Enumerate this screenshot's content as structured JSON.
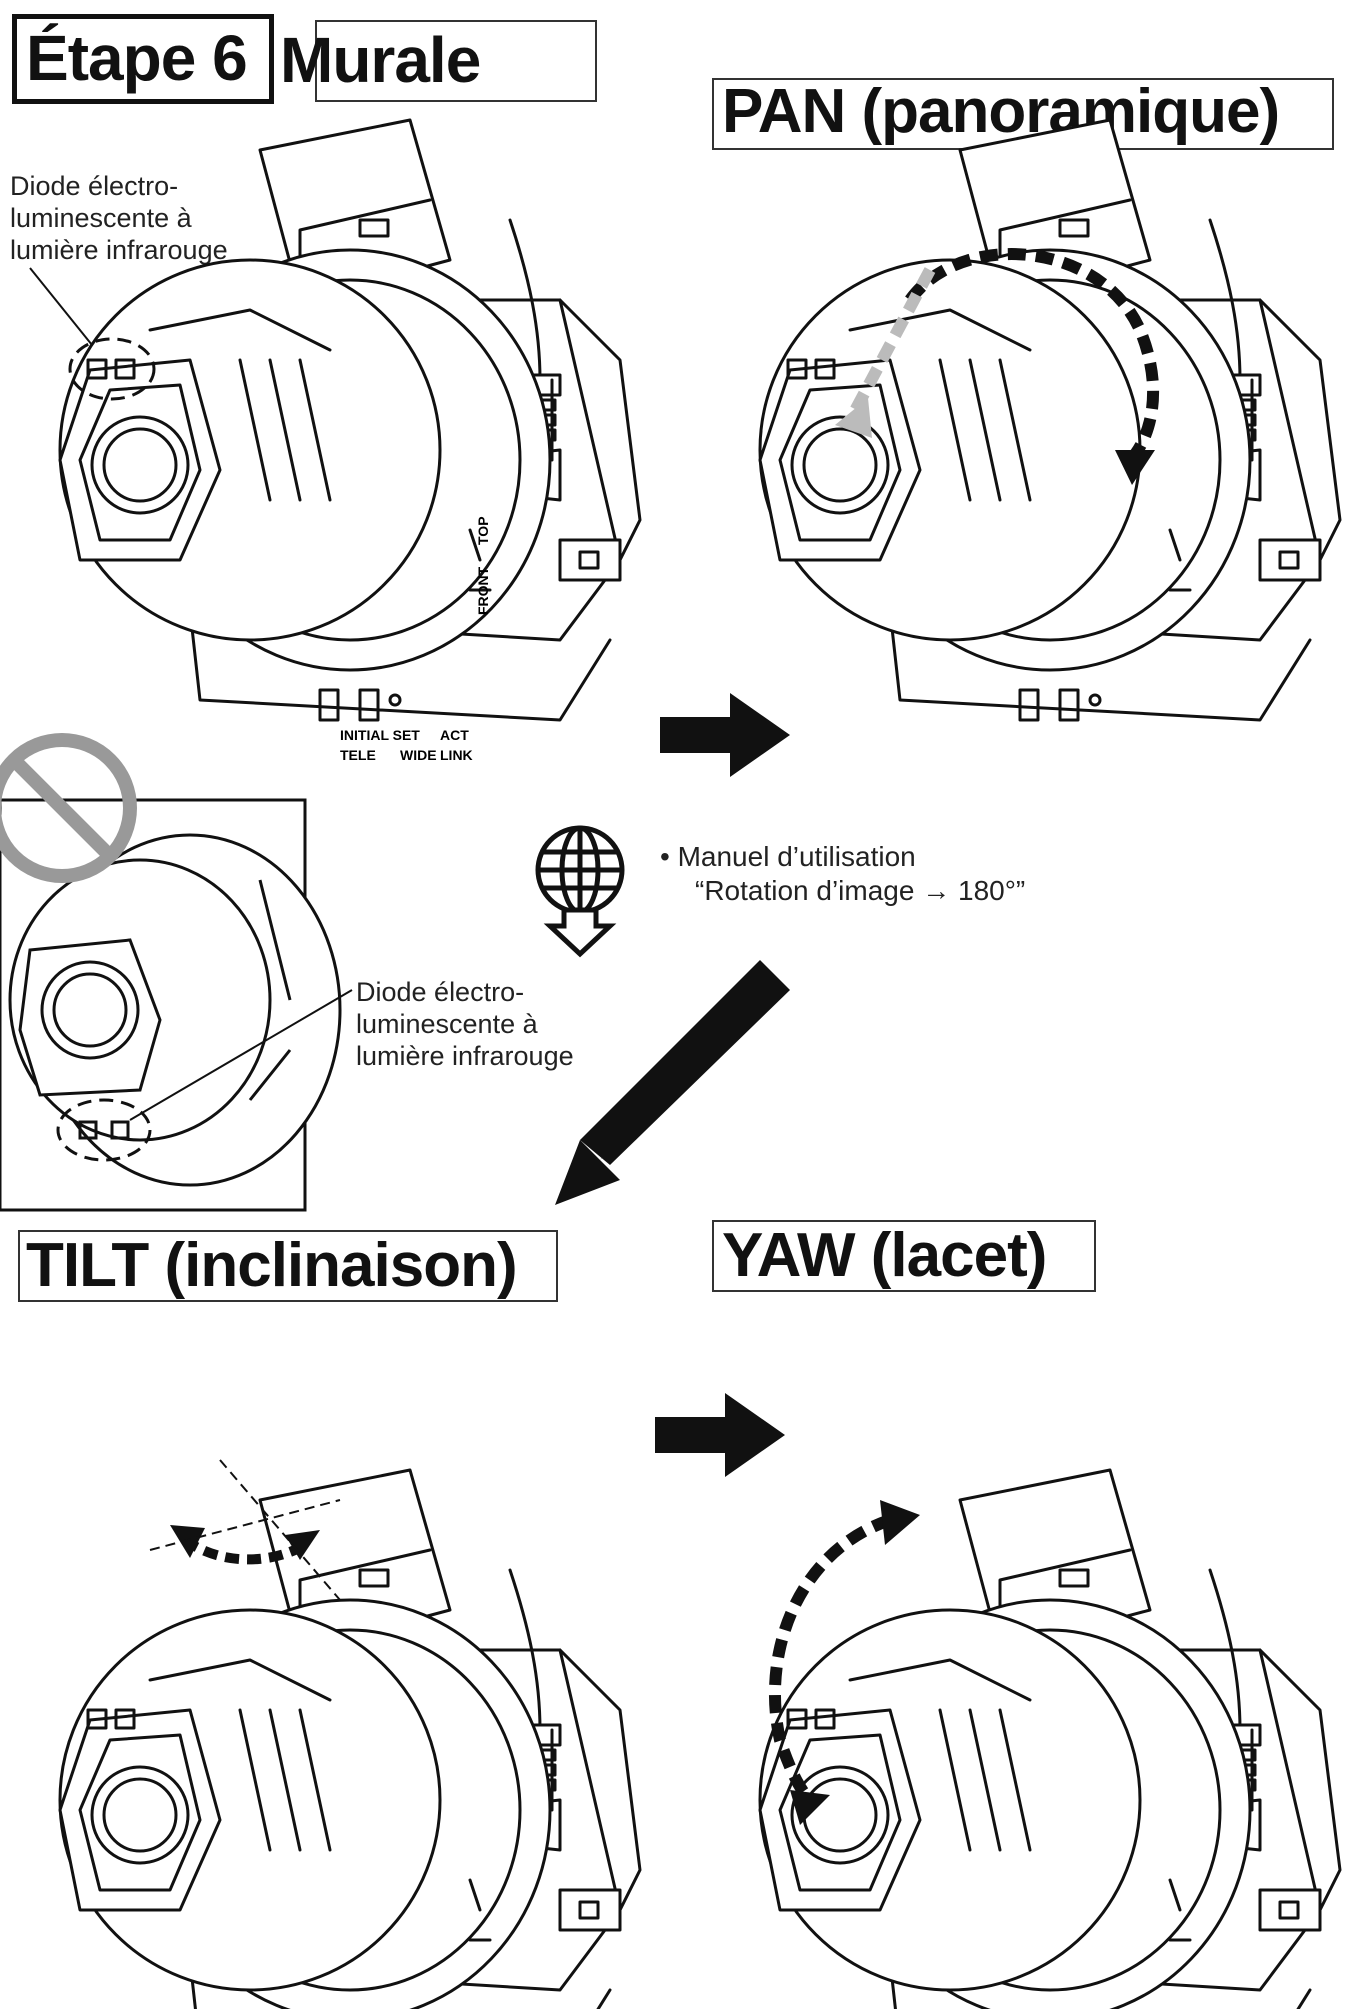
{
  "header": {
    "step_label": "Étape 6",
    "mount_label": "Murale"
  },
  "panels": {
    "pan": {
      "title": "PAN (panoramique)"
    },
    "tilt": {
      "title": "TILT (inclinaison)"
    },
    "yaw": {
      "title": "YAW (lacet)"
    }
  },
  "callouts": {
    "led_top": [
      "Diode électro-",
      "luminescente à",
      "lumière infrarouge"
    ],
    "led_inset": [
      "Diode électro-",
      "luminescente à",
      "lumière infrarouge"
    ]
  },
  "note": {
    "line1": "• Manuel d’utilisation",
    "line2": "“Rotation d’image → 180°”",
    "icon": "globe-download-icon"
  },
  "camera_labels": {
    "top": "TOP",
    "front": "FRONT",
    "initial_set": "INITIAL SET",
    "tele": "TELE",
    "wide": "WIDE",
    "act": "ACT",
    "link": "LINK"
  },
  "colors": {
    "ink": "#111111",
    "arrow_gray": "#bbbbbb"
  }
}
